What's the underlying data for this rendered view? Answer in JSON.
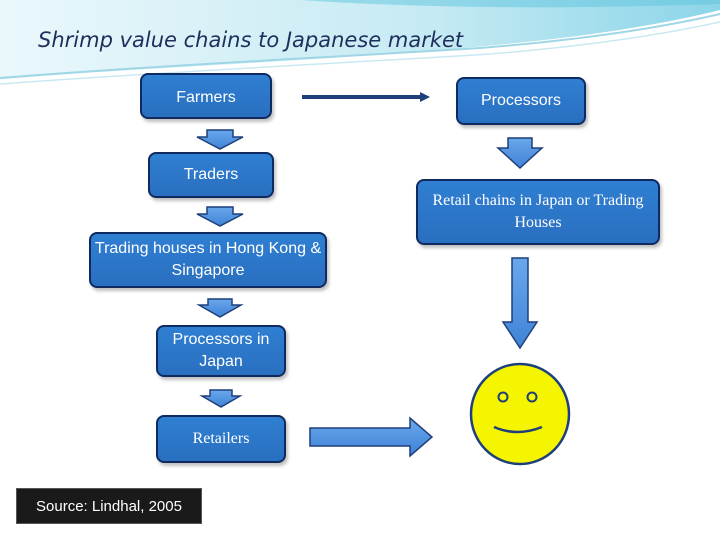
{
  "slide": {
    "title": "Shrimp value chains to Japanese market",
    "source": "Source: Lindhal, 2005"
  },
  "left_chain": {
    "farmers": "Farmers",
    "traders": "Traders",
    "trading_houses": "Trading houses in Hong Kong & Singapore",
    "processors_japan": "Processors in Japan",
    "retailers": "Retailers"
  },
  "right_chain": {
    "processors": "Processors",
    "retail_chains": "Retail chains in Japan or Trading Houses"
  },
  "icons": {
    "consumer": "smiley-face-icon"
  },
  "colors": {
    "box_fill": "#2f7fd2",
    "box_border": "#0f2a5e",
    "arrow_fill": "#4a90e2",
    "smiley_fill": "#f5f500",
    "title_text": "#1f2f5c"
  }
}
